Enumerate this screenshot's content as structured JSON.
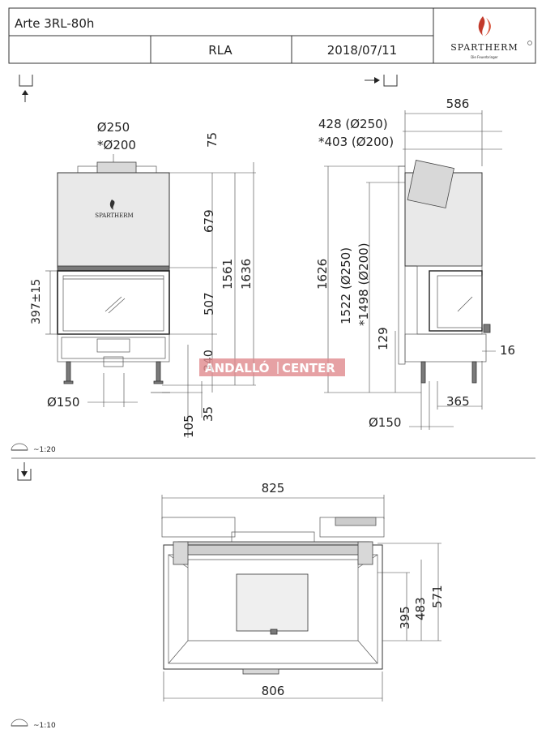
{
  "title_block": {
    "model": "Arte 3RL-80h",
    "variant": "RLA",
    "date": "2018/07/11",
    "brand": "SPARTHERM",
    "brand_tagline": "Die Feuerbringer"
  },
  "front_view": {
    "flue_label_1": "Ø250",
    "flue_label_2": "*Ø200",
    "air_inlet": "Ø150",
    "dims": [
      "75",
      "679",
      "1561",
      "1636",
      "507",
      "397±15",
      "340",
      "35",
      "105"
    ],
    "logo": "SPARTHERM"
  },
  "side_view": {
    "top_dim": "586",
    "offset_1": "428 (Ø250)",
    "offset_2": "*403 (Ø200)",
    "height_total": "1626",
    "height_flue_1": "1522 (Ø250)",
    "height_flue_2": "*1498 (Ø200)",
    "dim_129": "129",
    "dim_16": "16",
    "dim_365": "365",
    "air_inlet": "Ø150"
  },
  "plan_view": {
    "width_top": "825",
    "width_bottom": "806",
    "depth_1": "395",
    "depth_2": "483",
    "depth_3": "571"
  },
  "scales": {
    "upper": "~1:20",
    "lower": "~1:10"
  },
  "watermark": {
    "left": "ANDALLÓ",
    "right": "CENTER"
  }
}
